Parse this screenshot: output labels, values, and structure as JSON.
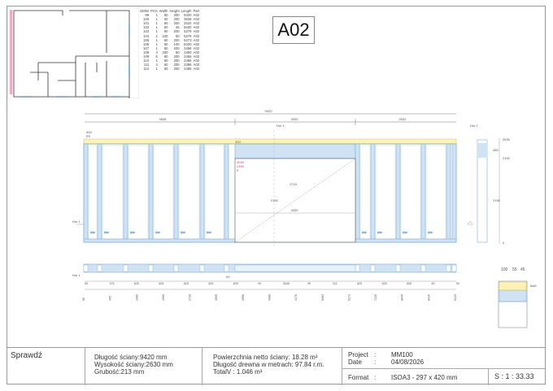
{
  "sheet": {
    "label": "A02"
  },
  "pieces_table": {
    "headers": [
      "GMNr",
      "PCS",
      "Width",
      "Height",
      "Length",
      "Part"
    ],
    "rows": [
      [
        "99",
        "1",
        "60",
        "200",
        "9420",
        "A02"
      ],
      [
        "100",
        "1",
        "60",
        "200",
        "3638",
        "A02"
      ],
      [
        "101",
        "1",
        "60",
        "200",
        "2532",
        "A02"
      ],
      [
        "102",
        "1",
        "60",
        "45",
        "8420",
        "A02"
      ],
      [
        "103",
        "1",
        "60",
        "200",
        "5279",
        "A02"
      ],
      [
        "104",
        "2",
        "240",
        "60",
        "5279",
        "A02"
      ],
      [
        "105",
        "1",
        "60",
        "200",
        "5273",
        "A02"
      ],
      [
        "106",
        "1",
        "60",
        "100",
        "8420",
        "A02"
      ],
      [
        "107",
        "1",
        "60",
        "200",
        "2456",
        "A02"
      ],
      [
        "108",
        "4",
        "200",
        "60",
        "2450",
        "A02"
      ],
      [
        "109",
        "6",
        "60",
        "200",
        "2456",
        "A02"
      ],
      [
        "110",
        "1",
        "60",
        "200",
        "2456",
        "A02"
      ],
      [
        "111",
        "4",
        "60",
        "200",
        "2396",
        "A02"
      ],
      [
        "112",
        "1",
        "60",
        "200",
        "2456",
        "A02"
      ]
    ]
  },
  "elevation": {
    "total_width": "9420",
    "segments": [
      "3638",
      "3030",
      "2532"
    ],
    "level_label_top": "Hor 1",
    "level_label_side": "Hor 1",
    "wall_tag": "A02",
    "opening_tag": "E9",
    "top_plate_tag": "1D2",
    "opening_dim_width": "3030",
    "opening_dim_height": "2150",
    "opening_diag": "2715",
    "opening_note_1": "3030",
    "opening_note_2": "2150",
    "opening_note_3": "6",
    "right_dims": [
      "2630",
      "480",
      "2150",
      "2150",
      "0"
    ],
    "stud_labels": [
      "1D8",
      "1D8",
      "1D8",
      "1D8",
      "1D8",
      "1D8",
      "1D8",
      "1D8",
      "1D8",
      "1D8",
      "1D8",
      "1D8",
      "1D8",
      "1D8"
    ]
  },
  "plan": {
    "level_label": "Hor 1",
    "top_dim": "90",
    "dims_row1": [
      "90",
      "375",
      "825",
      "825",
      "825",
      "825",
      "825",
      "90",
      "3046",
      "90",
      "322",
      "825",
      "825",
      "825",
      "90",
      "90"
    ],
    "dims_row2": [
      "60",
      "405",
      "1080",
      "1905",
      "2730",
      "3555",
      "3996",
      "4086",
      "4176",
      "6083",
      "6173",
      "7220",
      "8045",
      "8420",
      "9420"
    ]
  },
  "section": {
    "dims": [
      "100",
      "55",
      "45"
    ],
    "tag": "bal5"
  },
  "title_block": {
    "check": "Sprawdź",
    "wall_length": "Długość ściany:9420 mm",
    "wall_height": "Wysokość ściany:2630 mm",
    "thickness": "Grubość:213 mm",
    "net_area": "Powierzchnia netto ściany:  18.28 m²",
    "timber_length": "Długość drewna w metrach:  97.84 r.m.",
    "total_volume": "TotalV :  1.046 m³",
    "project_label": "Project",
    "project_value": "MM100",
    "date_label": "Date",
    "date_value": "04/08/2026",
    "format_label": "Format",
    "format_value": "ISOA3 - 297 x 420 mm",
    "scale": "S : 1 : 33.33",
    "colon": ":"
  },
  "colors": {
    "frame_fill": "#cfe3f4",
    "stroke": "#7aaed6",
    "dim": "#555555",
    "opening_note": "#c0397a",
    "header": "#fff3b0",
    "pink": "#f4a7c4"
  }
}
